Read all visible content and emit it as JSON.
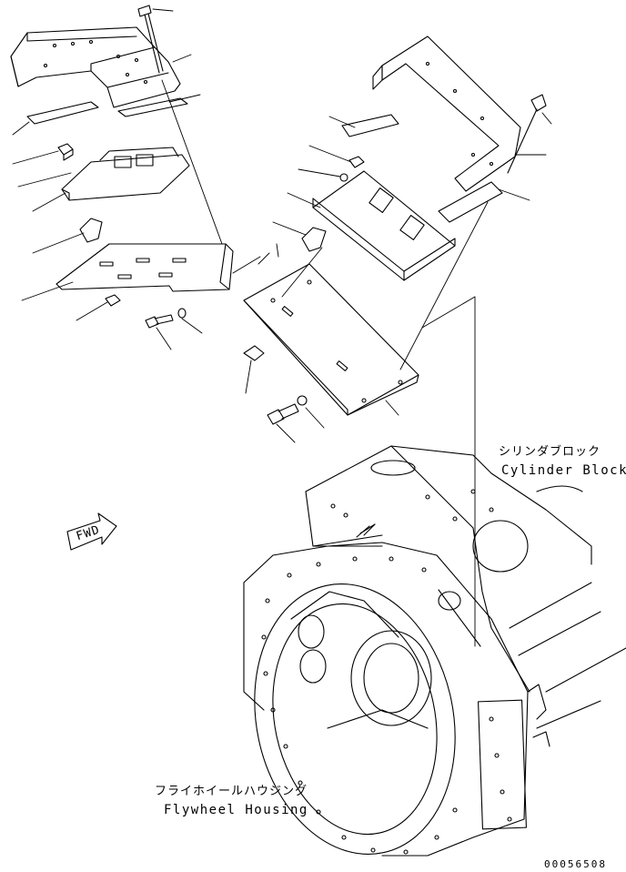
{
  "labels": {
    "cylinder_block_jp": "シリンダブロック",
    "cylinder_block_en": "Cylinder Block",
    "flywheel_housing_jp": "フライホイールハウジング",
    "flywheel_housing_en": "Flywheel Housing",
    "fwd_arrow": "FWD",
    "document_number": "00056508"
  },
  "colors": {
    "line": "#000000",
    "background": "#ffffff"
  }
}
